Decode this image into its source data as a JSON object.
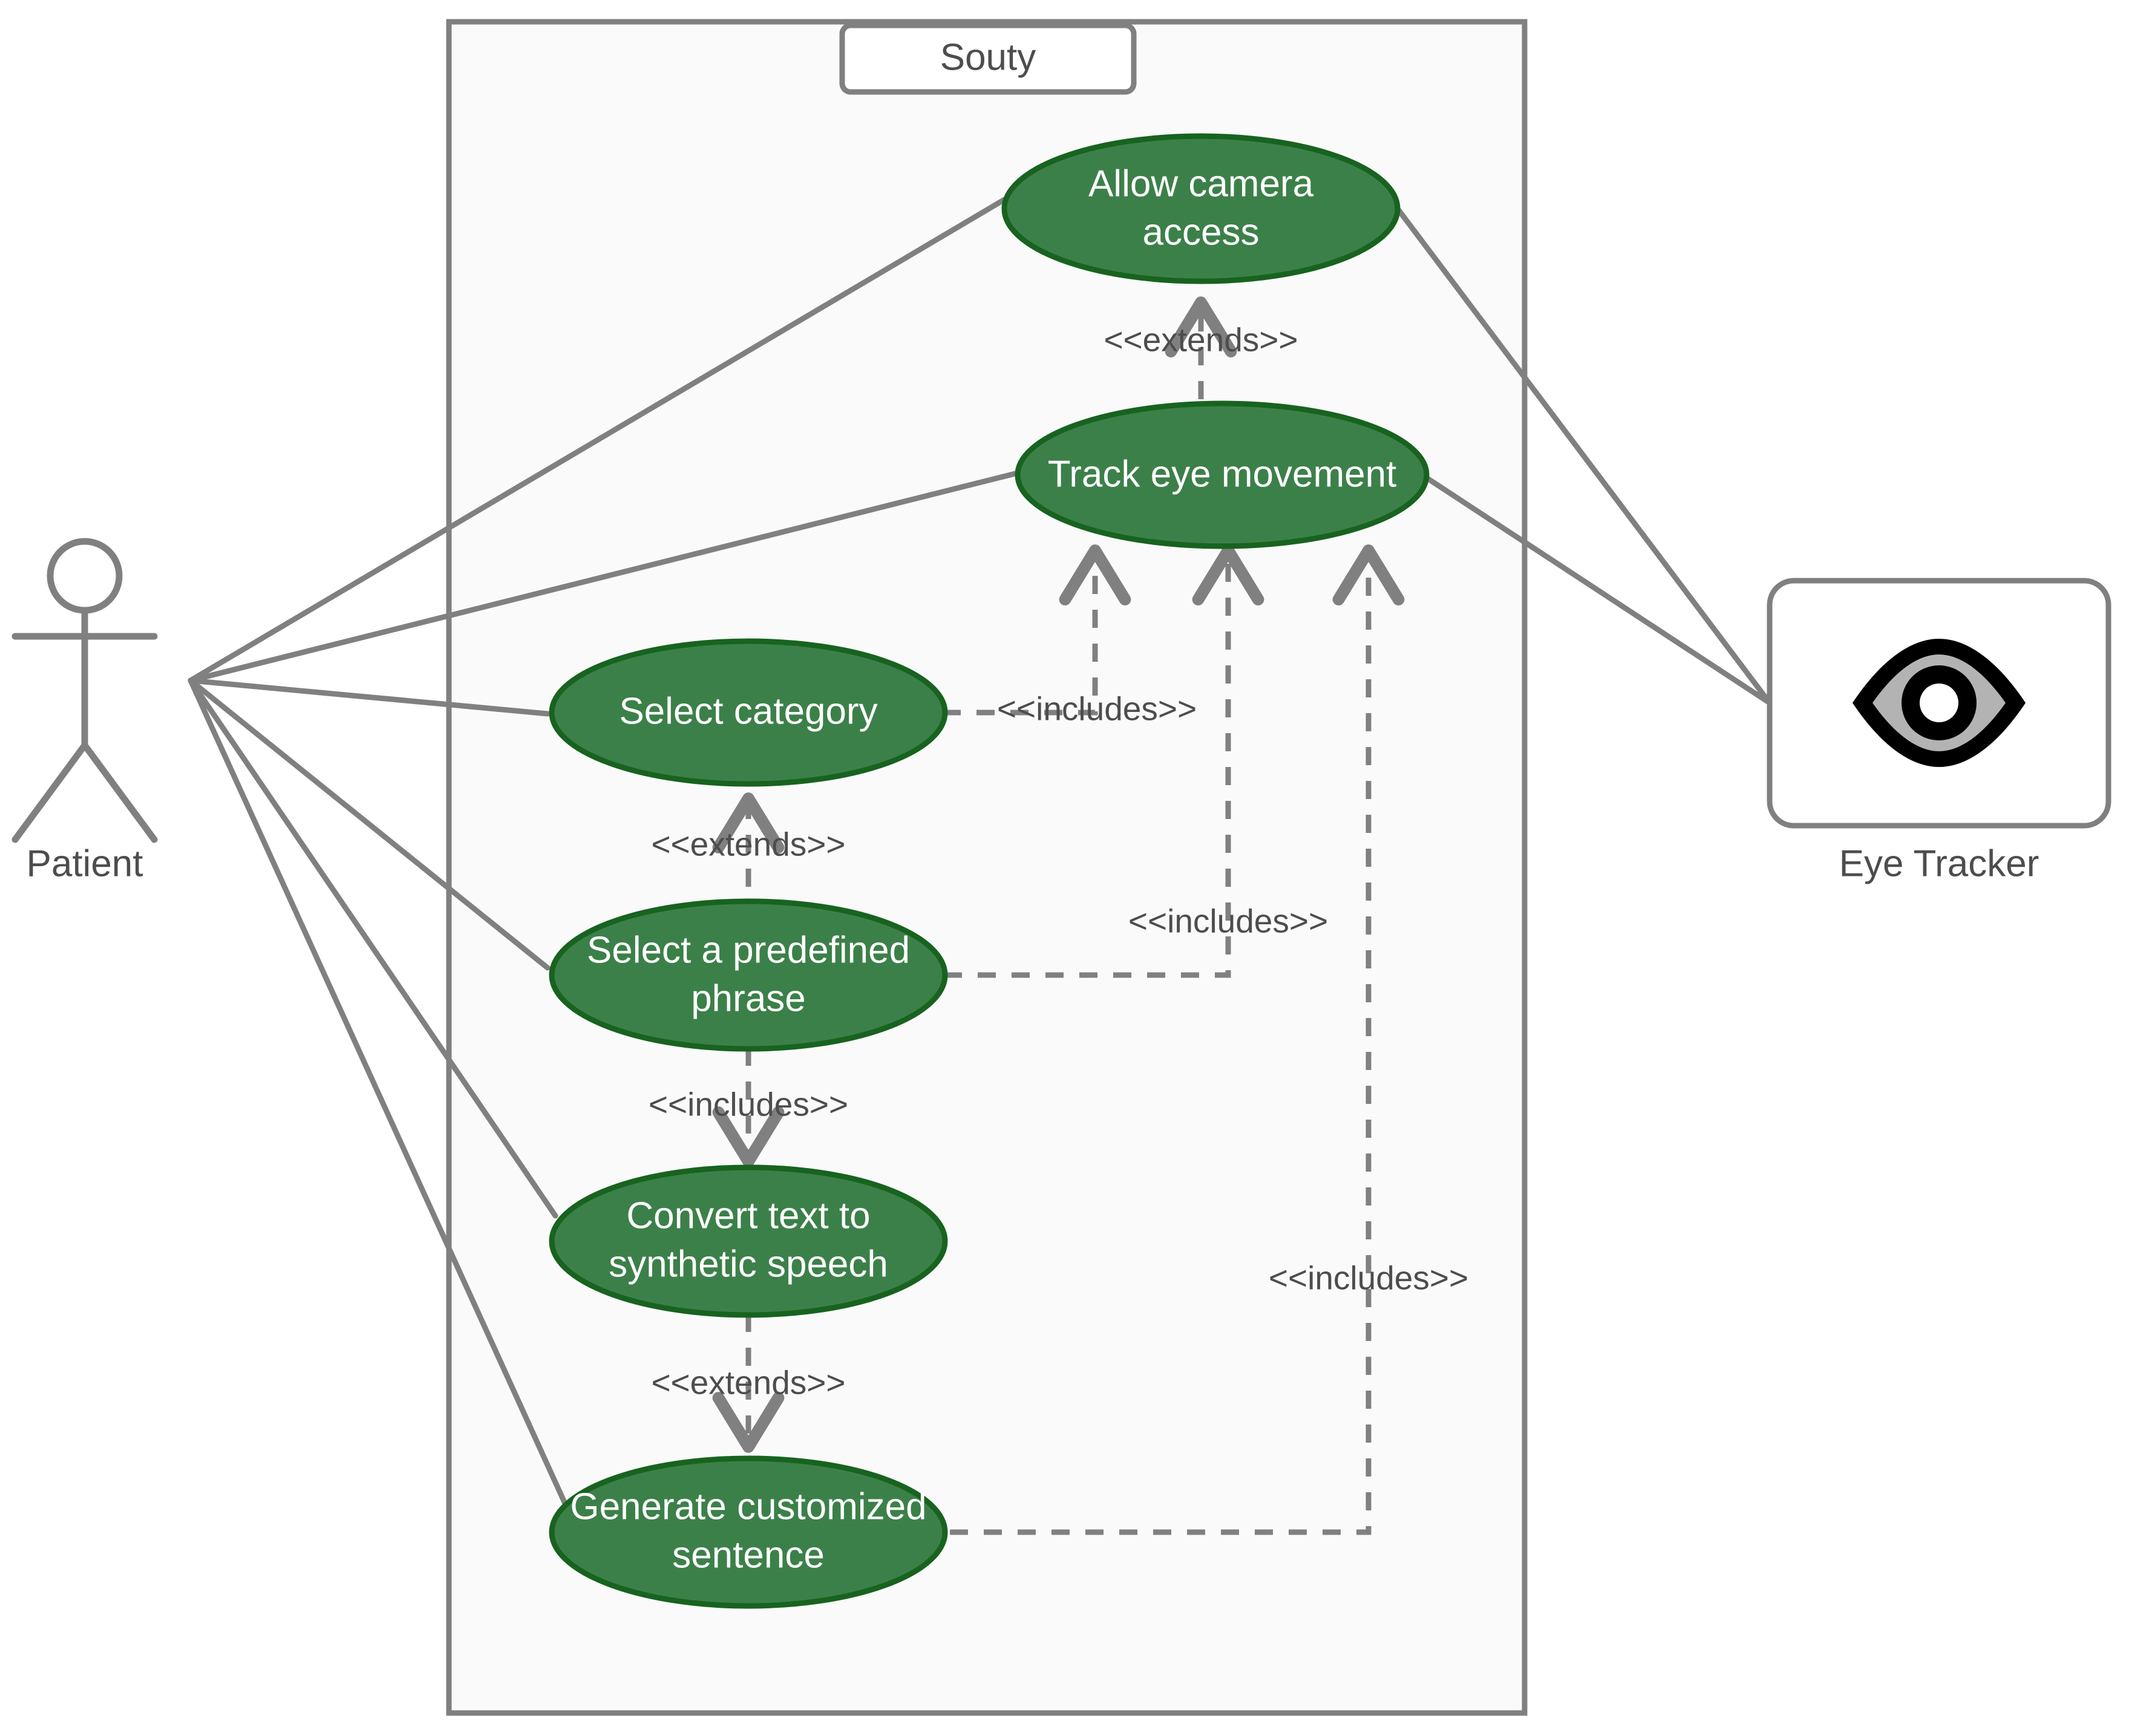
{
  "diagram": {
    "type": "uml-use-case-diagram",
    "system_boundary": {
      "label": "Souty"
    },
    "actors": [
      {
        "id": "patient",
        "label": "Patient",
        "icon": "stick-figure-icon",
        "side": "left"
      },
      {
        "id": "eye-tracker",
        "label": "Eye Tracker",
        "icon": "eye-icon",
        "side": "right"
      }
    ],
    "use_cases": [
      {
        "id": "allow-camera-access",
        "label_line1": "Allow camera",
        "label_line2": "access"
      },
      {
        "id": "track-eye-movement",
        "label_line1": "Track eye movement",
        "label_line2": ""
      },
      {
        "id": "select-category",
        "label_line1": "Select  category",
        "label_line2": ""
      },
      {
        "id": "select-predefined-phrase",
        "label_line1": "Select a predefined",
        "label_line2": "phrase"
      },
      {
        "id": "convert-text-to-speech",
        "label_line1": "Convert text to",
        "label_line2": "synthetic speech"
      },
      {
        "id": "generate-customized-sentence",
        "label_line1": "Generate customized",
        "label_line2": "sentence"
      }
    ],
    "relationship_labels": {
      "extends": "<<extends>>",
      "includes": "<<includes>>"
    },
    "relationships": [
      {
        "from": "track-eye-movement",
        "to": "allow-camera-access",
        "stereotype": "<<extends>>"
      },
      {
        "from": "select-category",
        "to": "track-eye-movement",
        "stereotype": "<<includes>>"
      },
      {
        "from": "select-predefined-phrase",
        "to": "select-category",
        "stereotype": "<<extends>>"
      },
      {
        "from": "select-predefined-phrase",
        "to": "track-eye-movement",
        "stereotype": "<<includes>>"
      },
      {
        "from": "select-predefined-phrase",
        "to": "convert-text-to-speech",
        "stereotype": "<<includes>>"
      },
      {
        "from": "convert-text-to-speech",
        "to": "generate-customized-sentence",
        "stereotype": "<<extends>>"
      },
      {
        "from": "generate-customized-sentence",
        "to": "track-eye-movement",
        "stereotype": "<<includes>>"
      }
    ],
    "associations": [
      {
        "actor": "patient",
        "use_case": "allow-camera-access"
      },
      {
        "actor": "patient",
        "use_case": "track-eye-movement"
      },
      {
        "actor": "patient",
        "use_case": "select-category"
      },
      {
        "actor": "patient",
        "use_case": "select-predefined-phrase"
      },
      {
        "actor": "patient",
        "use_case": "convert-text-to-speech"
      },
      {
        "actor": "patient",
        "use_case": "generate-customized-sentence"
      },
      {
        "actor": "eye-tracker",
        "use_case": "allow-camera-access"
      },
      {
        "actor": "eye-tracker",
        "use_case": "track-eye-movement"
      }
    ],
    "colors": {
      "use_case_fill": "#3c8049",
      "use_case_stroke": "#17631f",
      "use_case_text": "#ffffff",
      "line": "#808080",
      "boundary_stroke": "#808080",
      "boundary_fill": "#fafafa",
      "label_text": "#4d4d4d",
      "eye_outline": "#000000",
      "eye_sclera": "#b3b3b3",
      "page_background": "#ffffff"
    }
  }
}
